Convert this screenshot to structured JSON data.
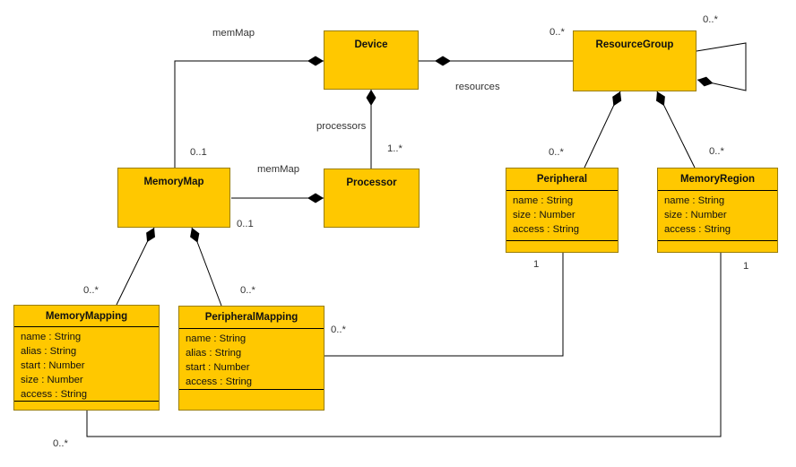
{
  "diagram": {
    "type": "uml-class-diagram",
    "colors": {
      "class_fill": "#FFC800",
      "class_border": "#9A7D00",
      "line": "#000000",
      "text": "#111111",
      "label": "#333333",
      "background": "#ffffff"
    },
    "classes": {
      "device": {
        "name": "Device",
        "attributes": []
      },
      "resource_group": {
        "name": "ResourceGroup",
        "attributes": []
      },
      "memory_map": {
        "name": "MemoryMap",
        "attributes": []
      },
      "processor": {
        "name": "Processor",
        "attributes": []
      },
      "peripheral": {
        "name": "Peripheral",
        "attributes": [
          "name : String",
          "size : Number",
          "access : String"
        ]
      },
      "memory_region": {
        "name": "MemoryRegion",
        "attributes": [
          "name : String",
          "size : Number",
          "access : String"
        ]
      },
      "memory_mapping": {
        "name": "MemoryMapping",
        "attributes": [
          "name : String",
          "alias : String",
          "start : Number",
          "size : Number",
          "access : String"
        ]
      },
      "peripheral_mapping": {
        "name": "PeripheralMapping",
        "attributes": [
          "name : String",
          "alias : String",
          "start : Number",
          "access : String"
        ]
      }
    },
    "edge_labels": {
      "device_memmap_role": "memMap",
      "device_memmap_mult": "0..1",
      "device_resources_role": "resources",
      "device_resources_mult": "0..*",
      "device_processors_role": "processors",
      "device_processors_mult": "1..*",
      "processor_memmap_role": "memMap",
      "processor_memmap_mult": "0..1",
      "resourcegroup_self_mult": "0..*",
      "resourcegroup_peripheral_mult": "0..*",
      "resourcegroup_memoryregion_mult": "0..*",
      "memorymap_memorymapping_mult": "0..*",
      "memorymap_peripheralmapping_mult": "0..*",
      "peripheral_assoc_source_mult": "1",
      "peripheral_assoc_target_mult": "0..*",
      "memoryregion_assoc_source_mult": "1",
      "memoryregion_assoc_target_mult": "0..*"
    }
  }
}
